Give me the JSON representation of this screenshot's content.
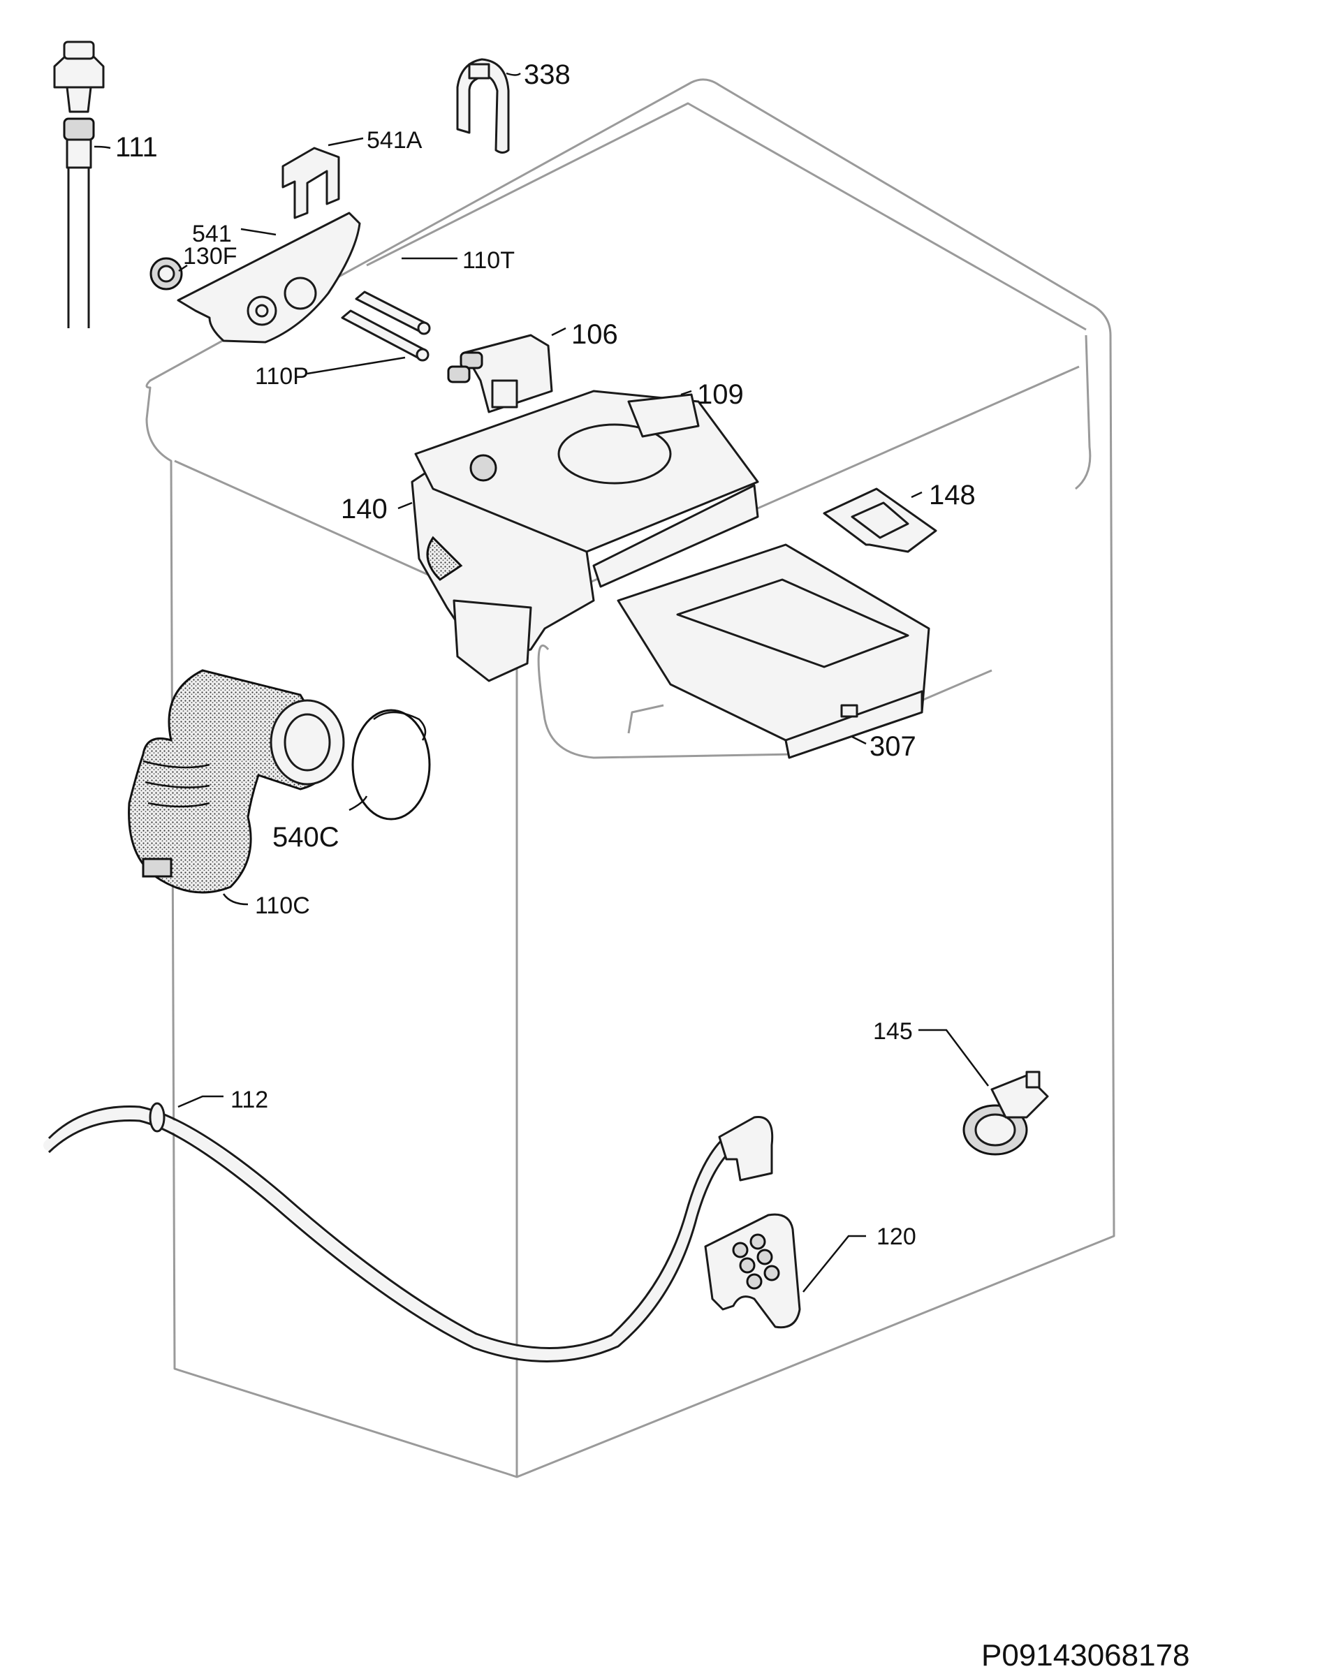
{
  "diagram": {
    "code": "P09143068178",
    "labels": {
      "p111": "111",
      "p338": "338",
      "p541a": "541A",
      "p541": "541",
      "p130f": "130F",
      "p110t": "110T",
      "p106": "106",
      "p110p": "110P",
      "p109": "109",
      "p140": "140",
      "p148": "148",
      "p307": "307",
      "p540c": "540C",
      "p110c": "110C",
      "p145": "145",
      "p112": "112",
      "p120": "120"
    }
  }
}
